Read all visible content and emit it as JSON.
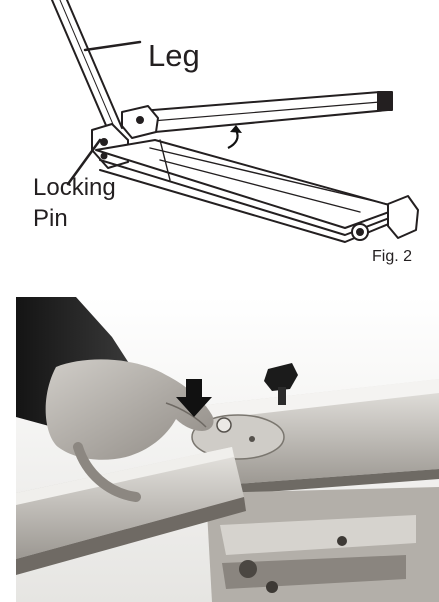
{
  "figure_top": {
    "labels": {
      "leg": "Leg",
      "locking": "Locking",
      "pin": "Pin"
    },
    "caption": "Fig. 2"
  },
  "figure_bottom": {
    "alt": "Hand pressing down on a locking pin on a metal stand bracket"
  },
  "colors": {
    "ink": "#231f20",
    "arrow": "#111111",
    "photo_background": "#f2f1ef"
  }
}
